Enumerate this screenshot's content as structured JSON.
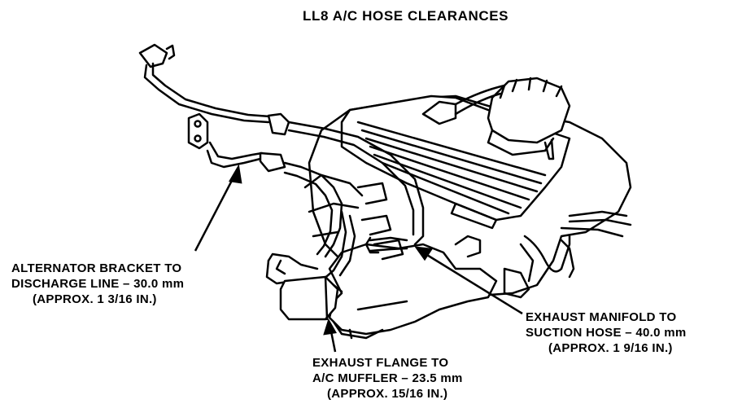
{
  "title": "LL8 A/C HOSE CLEARANCES",
  "callouts": {
    "alternator": {
      "line1": "ALTERNATOR BRACKET TO",
      "line2": "DISCHARGE LINE – 30.0 mm",
      "line3": "(APPROX. 1 3/16 IN.)"
    },
    "exhaust_manifold": {
      "line1": "EXHAUST MANIFOLD TO",
      "line2": "SUCTION HOSE – 40.0 mm",
      "line3": "(APPROX. 1 9/16 IN.)"
    },
    "exhaust_flange": {
      "line1": "EXHAUST FLANGE TO",
      "line2": "A/C MUFFLER – 23.5 mm",
      "line3": "(APPROX. 15/16 IN.)"
    }
  },
  "colors": {
    "ink": "#000000",
    "paper": "#ffffff"
  }
}
